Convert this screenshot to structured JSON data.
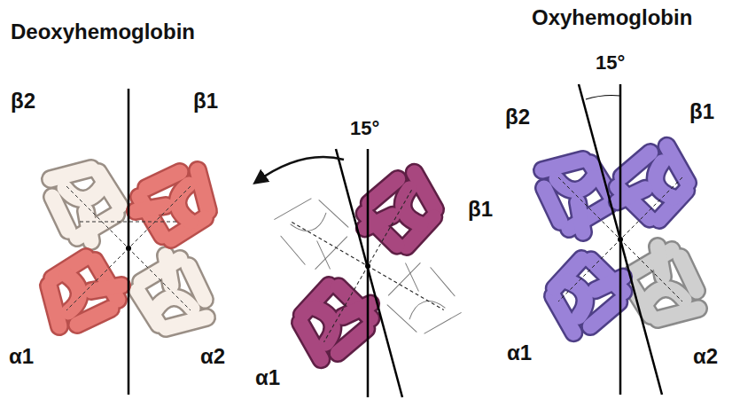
{
  "diagram": {
    "labels": [
      "Deoxyhemoglobin",
      "β2",
      "β1",
      "α1",
      "α2",
      "15°",
      "β1",
      "α1",
      "Oxyhemoglobin",
      "15°",
      "β2",
      "β1",
      "α1",
      "α2"
    ]
  }
}
